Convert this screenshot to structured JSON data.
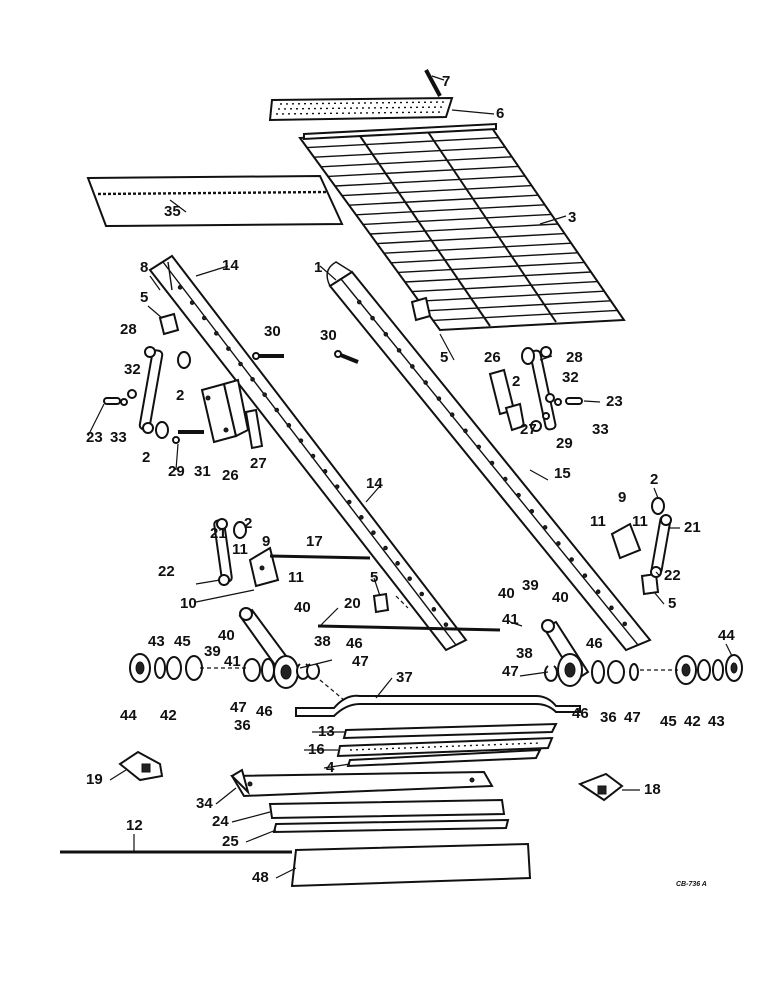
{
  "diagram": {
    "drawing_code": "CB-736 A",
    "labels": {
      "l1": "1",
      "l2a": "2",
      "l2b": "2",
      "l2c": "2",
      "l2d": "2",
      "l2e": "2",
      "l3": "3",
      "l4": "4",
      "l5a": "5",
      "l5b": "5",
      "l5c": "5",
      "l5d": "5",
      "l6": "6",
      "l7": "7",
      "l8": "8",
      "l9a": "9",
      "l9b": "9",
      "l10": "10",
      "l11a": "11",
      "l11b": "11",
      "l11c": "11",
      "l12": "12",
      "l13": "13",
      "l14a": "14",
      "l14b": "14",
      "l15": "15",
      "l16": "16",
      "l17": "17",
      "l18": "18",
      "l19": "19",
      "l20": "20",
      "l21a": "21",
      "l21b": "21",
      "l22a": "22",
      "l22b": "22",
      "l23a": "23",
      "l23b": "23",
      "l24": "24",
      "l25": "25",
      "l26a": "26",
      "l26b": "26",
      "l27a": "27",
      "l27b": "27",
      "l28a": "28",
      "l28b": "28",
      "l29a": "29",
      "l29b": "29",
      "l30a": "30",
      "l30b": "30",
      "l31": "31",
      "l32a": "32",
      "l32b": "32",
      "l33a": "33",
      "l33b": "33",
      "l34": "34",
      "l35": "35",
      "l36a": "36",
      "l36b": "36",
      "l37": "37",
      "l38a": "38",
      "l38b": "38",
      "l39a": "39",
      "l39b": "39",
      "l40a": "40",
      "l40b": "40",
      "l40c": "40",
      "l40d": "40",
      "l41a": "41",
      "l41b": "41",
      "l42a": "42",
      "l42b": "42",
      "l43a": "43",
      "l43b": "43",
      "l44a": "44",
      "l44b": "44",
      "l45a": "45",
      "l45b": "45",
      "l46a": "46",
      "l46b": "46",
      "l46c": "46",
      "l46d": "46",
      "l47a": "47",
      "l47b": "47",
      "l47c": "47",
      "l47d": "47",
      "l48": "48"
    }
  }
}
